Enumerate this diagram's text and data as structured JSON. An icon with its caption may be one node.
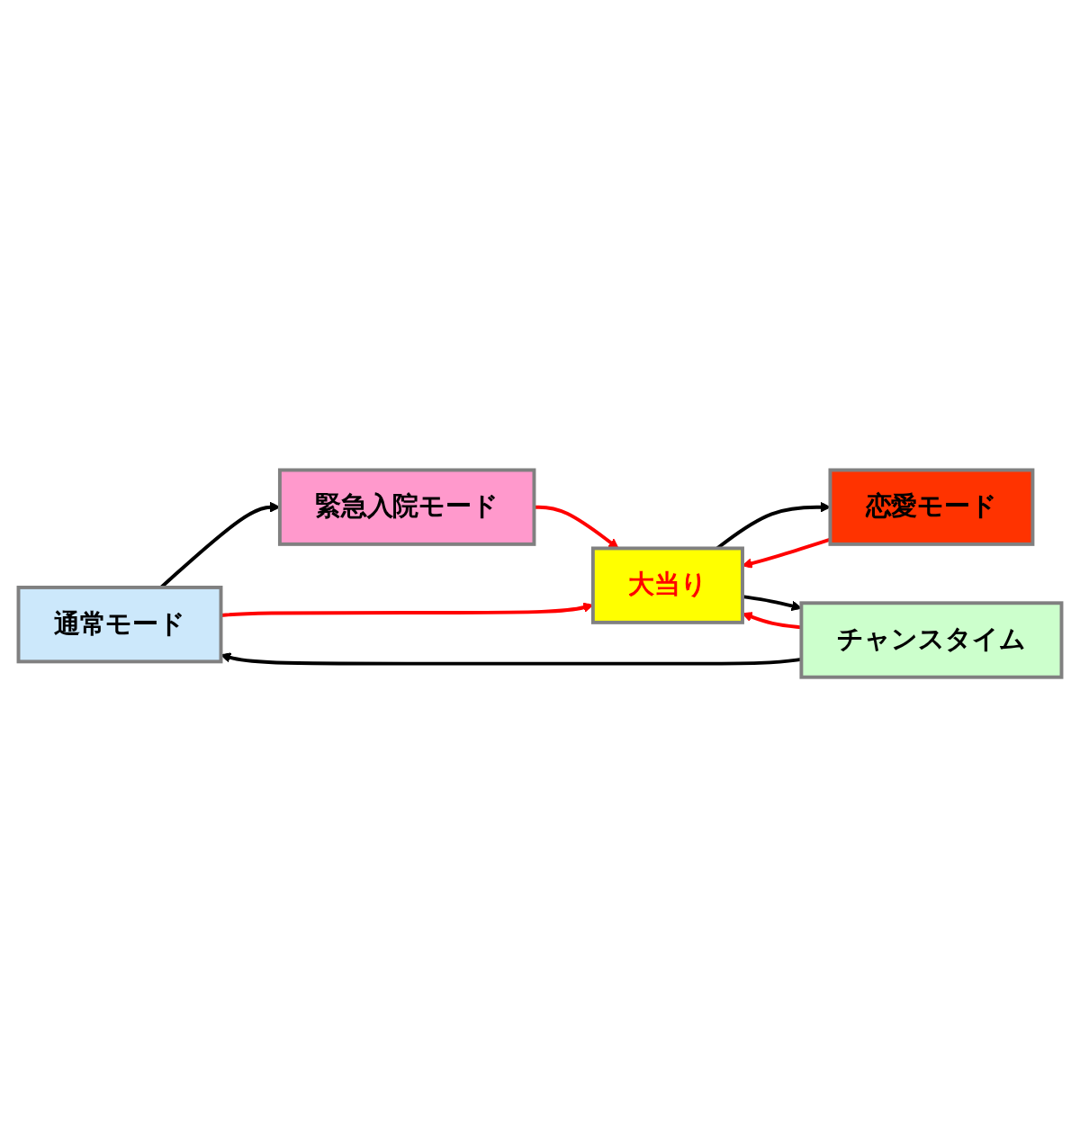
{
  "diagram": {
    "nodes": [
      {
        "text": [
          "通常モード"
        ]
      },
      {
        "text": [
          "大当り"
        ]
      },
      {
        "text": [
          "チャンスタイム"
        ]
      },
      {
        "text": [
          "緊急入院モード"
        ]
      },
      {
        "text": [
          "恋愛モード"
        ]
      }
    ],
    "edges": [
      {
        "from": 4,
        "to": 1,
        "arrow": "to",
        "color": "#ff0000"
      },
      {
        "from": 1,
        "to": 4,
        "arrow": "to",
        "color": "#000000"
      },
      {
        "from": 3,
        "to": 1,
        "arrow": "to",
        "color": "#ff0000"
      },
      {
        "from": 2,
        "to": 1,
        "arrow": "to",
        "color": "#ff0000"
      },
      {
        "from": 0,
        "to": 1,
        "arrow": "to",
        "color": "#ff0000"
      },
      {
        "from": 1,
        "to": 2,
        "arrow": "to",
        "color": "#000000"
      },
      {
        "from": 2,
        "to": 0,
        "arrow": "to",
        "color": "#000000"
      },
      {
        "from": 0,
        "to": 3,
        "arrow": "to",
        "color": "#000000"
      }
    ]
  }
}
